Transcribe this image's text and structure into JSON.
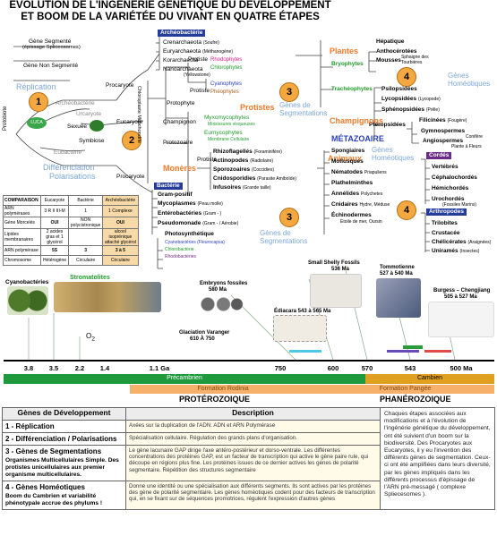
{
  "title": {
    "line1": "ÉVOLUTION DE L'INGÉNÉRIE GÉNÉTIQUE DU  DÉVELOPPEMENT",
    "line2": "ET BOOM DE LA VARIÉTÉE DU VIVANT EN QUATRE ÉTAPES"
  },
  "left": {
    "gene_segmente": "Gène Segmenté",
    "epissage": "(épissage Spliceosomes)",
    "gene_non_segmente": "Gène Non Segmenté",
    "replication": "Réplication",
    "protobiote": "Protobiote",
    "luca": "LUCA",
    "archeobacterie": "Archéobactérie",
    "urcaryote": "Urcaryote",
    "sexuee": "Sexuée",
    "symbiose": "Symbiose",
    "eubacterie": "Eubactérie",
    "procaryote_top": "Procaryote",
    "eucaryote": "Eucaryote",
    "procaryote_bottom": "Procaryote",
    "differenciation": "Différenciation",
    "polarisations": "Polarisations"
  },
  "circles": [
    "1",
    "2",
    "3",
    "4",
    "3",
    "4"
  ],
  "archaea": {
    "header": "Archéobactérie",
    "items": [
      {
        "name": "Crenarchaeota",
        "note": "(Soufre)"
      },
      {
        "name": "Euryarchaeota",
        "note": "(Méthanogène)"
      },
      {
        "name": "Korarchaeota",
        "note": ""
      },
      {
        "name": "Nanoarchaeota",
        "note": "(Yellowstone)"
      }
    ]
  },
  "middle": {
    "chloroplaste_mitochondrie": "Chloroplaste Mitochondrie",
    "protiste1": "Protiste",
    "rhodophytes": "Rhodophytes",
    "chlorophytes": "Chlorophytes",
    "protophyte": "Protophyte",
    "protiste2": "Protiste",
    "cyanophytes": "Cyanophytes",
    "pheophytes": "Phéophytes",
    "champignon": "Champignon",
    "myxomycophytes": "Myxomycophytes",
    "moisissures": "Moisissures visqueuses",
    "eumycophytes": "Eumycophytes",
    "membrane": "Membrane Cellulaire",
    "protozoaire": "Protozoaire",
    "protiste3": "Protiste",
    "protistes_label": "Protistes",
    "monere_label": "Monères",
    "genes_seg1": "Gènes de Segmentations",
    "rhizo": [
      {
        "name": "Rhizoflagellés",
        "note": "(Foraminifère)"
      },
      {
        "name": "Actinopodes",
        "note": "(Radiolaire)"
      },
      {
        "name": "Sporozoaires",
        "note": "(Coccidies)"
      },
      {
        "name": "Cnidosporidies",
        "note": "(Parasite Amiboïde)"
      },
      {
        "name": "Infusoires",
        "note": "(Grande taille)"
      }
    ]
  },
  "bacteria": {
    "header": "Bactérie",
    "items": [
      {
        "name": "Gram-positif",
        "note": ""
      },
      {
        "name": "Mycoplasmes",
        "note": "(Peau molle)"
      },
      {
        "name": "Entérobactéries",
        "note": "(Gram - )"
      },
      {
        "name": "Pseudomonade",
        "note": "(Gram - / Aérobie)"
      }
    ],
    "photosynthetique": "Photosynthétique",
    "photo_items": [
      "Cyanobactéries (Fleurocapsa)",
      "Chlorobactérie",
      "Rhodobactéries"
    ]
  },
  "plants": {
    "plantes": "Plantes",
    "genes_homeo": "Gènes Homéotiques",
    "bryophytes": "Bryophytes",
    "hepatique": "Hépatique",
    "anthocerotees": "Anthocérotées",
    "mousses": "Mousses",
    "sphaigne": "Sphaigne des Tourbières",
    "tracheophytes": "Trachéophytes",
    "psilopsidees": "Psilopsidées",
    "lycopsidees": "Lycopsidées",
    "lycopode": "(Lycopode)",
    "sphenopsidees": "Sphénopsidées",
    "prele": "(Prêle)",
    "pteropsidees": "Ptéropsidées",
    "filicinees": "Filicinées",
    "fougere": "(Fougère)",
    "gymnospermes": "Gymnospermes",
    "conifere": "Conifère",
    "angiospermes": "Angiospermes",
    "plante_fleur": "Plante à Fleurs",
    "champignons": "Champignons",
    "metazoaire": "MÉTAZOAIRE"
  },
  "animals": {
    "animaux": "Animaux",
    "genes_homeo": "Gènes Homéotiques",
    "items": [
      "Spongiaires",
      "Mollusques",
      "Nématodes",
      "Plathelminthes",
      "Annélides",
      "Cnidaires",
      "Échinodermes"
    ],
    "nematodes_note": "Priapuliens",
    "annelides_note": "Polychetes",
    "cnidaires_note": "Hydre, Méduse",
    "echino_note": "Étoile de mer, Oursin",
    "genes_seg2": "Gènes de Segmentations",
    "cordes": "Cordés",
    "cordes_items": [
      "Vertébrés",
      "Céphalochordés",
      "Hémichordés",
      "Urochordés"
    ],
    "urochordes_note": "(Fossiles Marins)",
    "arthropodes": "Arthropodes",
    "arthro_items": [
      {
        "name": "Trilobites",
        "note": ""
      },
      {
        "name": "Crustacée",
        "note": ""
      },
      {
        "name": "Chélicérates",
        "note": "(Araignées)"
      },
      {
        "name": "Uniramés",
        "note": "(Insectes)"
      }
    ]
  },
  "comparison": {
    "headers": [
      "COMPARAISON",
      "Eucaryote",
      "Bactérie",
      "Archéobactérie"
    ],
    "rows": [
      [
        "ARN polymérases",
        "3 R II III-M",
        "1",
        "1 Complexe"
      ],
      [
        "Gène Morcelés",
        "OUI",
        "NON polycistronique",
        "OUI"
      ],
      [
        "Lipides membranaires",
        "2 acides gras et 1 glycérol",
        "",
        "alcool isoprénique attaché glycérol"
      ],
      [
        "ARN polymérase",
        "5S",
        "3",
        "3 à 5"
      ],
      [
        "Chromosome",
        "Hétérogène",
        "Circulaire",
        "Circulaire"
      ]
    ]
  },
  "fossils": {
    "cyanobacteries": "Cyanobactéries",
    "stromatolites": "Stromatolites",
    "o2": "O",
    "o2_sub": "2",
    "embryons": "Embryons fossiles",
    "embryons_age": "580 Ma",
    "ediacara": "Édiacara  543 à 565 Ma",
    "shelly": "Small Shelly Fossils",
    "shelly_age": "536 Ma",
    "tommotienne": "Tommotienne",
    "tommotienne_age": "527 à 540 Ma",
    "burgess": "Burgess – Chengjiang",
    "burgess_age": "505 à 527 Ma",
    "glaciation": "Glaciation Varanger",
    "glaciation_age": "610 À 750"
  },
  "timeline": {
    "ticks": [
      "3.8",
      "3.5",
      "2.2",
      "1.4",
      "1.1 Ga",
      "750",
      "600",
      "570",
      "543",
      "500 Ma"
    ],
    "precambrien": "Précambrien",
    "cambrien": "Cambien",
    "rodinia": "Formation Rodinia",
    "pangee": "Formation Pangée",
    "proterozoique": "PROTÉROZOIQUE",
    "phanerozoique": "PHANÉROZOIQUE"
  },
  "table": {
    "col1": "Gènes de Développement",
    "col2": "Description",
    "rows": [
      {
        "label": "1 - Réplication",
        "sub": "",
        "desc": "Axées sur la duplication de l'ADN. ADN et ARN Polymérase"
      },
      {
        "label": "2 - Différenciation / Polarisations",
        "sub": "",
        "desc": "Spécialisation cellulaire. Régulation des grands plans d'organisation."
      },
      {
        "label": "3 - Gènes de Segmentations",
        "sub": "Organismes Multicellulaires  Simple. Des protistes unicellulaires aux premier organisme multicellulaires.",
        "desc": "Le gène lacunaire GAP dirige l'axe antéro-postérieur et dorso-ventrale. Les différentes concentrations des protéines GAP, est un facteur de transcription qui active le gène paire rule, qui découpe en régions plus fine. Les protéines issues de ce dernier actives les gènes de polarité segmentaire. Répétition des structures segmentaire"
      },
      {
        "label": "4 - Gènes Homéotiques",
        "sub": "Boom du Cambrien et variabilité phénotypale accrue des phylums !",
        "desc": "Donne une identité ou une spécialisation aux différents segments. Ils sont actives par les protéines des gène de polarité segmentaire. Les gènes homéotiques codent pour des facteurs de transcription qui, en se fixant sur de séquences promotrices, régulent l'expression d'autres gènes"
      }
    ],
    "side": "Chaques étapes associées aux modifications et à l'évolution de l'ingénérie génétique du développement, ont été suivient d'un boom sur la biodiversité. Des Procaryotes aux Eucaryotes, il y eu l'invention des différents gènes de segmentation. Ceux-ci ont été amplifiées dans leurs diversité, par les gènes impliqués dans les différents processus d'épissage de l'ARN pré-messagé ( complexe Spliecesomes )."
  },
  "colors": {
    "orange": "#f07a28",
    "green": "#1f9a2a",
    "blue": "#2a3fbf",
    "precambrien_bar": "#1e9a3c",
    "cambrien_bar": "#e0a020",
    "formation_bar": "#f6b06a"
  }
}
